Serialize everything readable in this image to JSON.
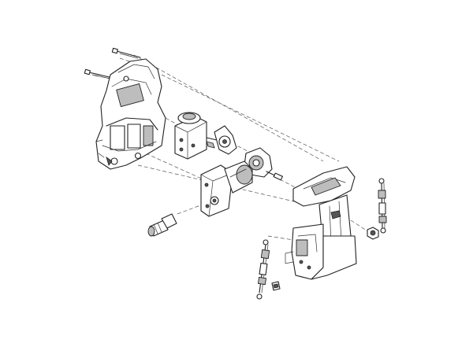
{
  "diagram": {
    "type": "exploded-view",
    "parts": [
      {
        "id": "screw-upper",
        "icon": "screw-icon"
      },
      {
        "id": "screw-lower",
        "icon": "screw-icon"
      },
      {
        "id": "left-housing",
        "icon": "housing-icon"
      },
      {
        "id": "gearbox-small",
        "icon": "gearbox-icon"
      },
      {
        "id": "cam-plate",
        "icon": "cam-icon"
      },
      {
        "id": "gear-shaft",
        "icon": "shaft-icon"
      },
      {
        "id": "motor-gearbox",
        "icon": "motor-icon"
      },
      {
        "id": "hose-fitting",
        "icon": "fitting-icon"
      },
      {
        "id": "right-housing",
        "icon": "housing-icon"
      },
      {
        "id": "nut",
        "icon": "nut-icon"
      },
      {
        "id": "cable-right",
        "icon": "cable-icon"
      },
      {
        "id": "cable-left",
        "icon": "cable-icon"
      },
      {
        "id": "clip",
        "icon": "clip-icon"
      }
    ],
    "colors": {
      "line": "#222222",
      "shade": "#bdbdbd",
      "background": "#ffffff"
    }
  }
}
